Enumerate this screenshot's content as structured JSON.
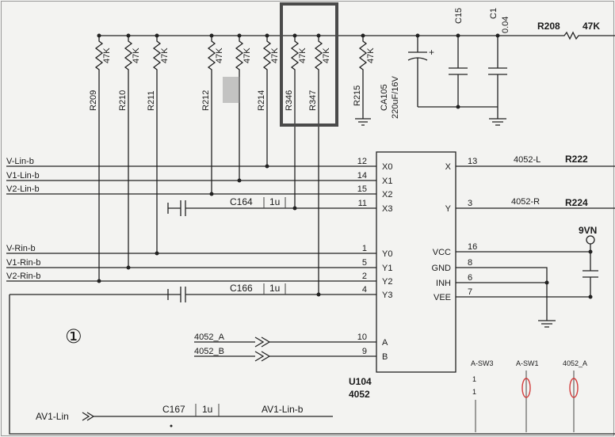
{
  "bias_network": {
    "r208": {
      "ref": "R208",
      "value": "47K"
    },
    "cap_a": {
      "ref": "C15"
    },
    "cap_b": {
      "ref": "C1",
      "value": "0.04"
    },
    "ca105": {
      "ref": "CA105",
      "value": "220uF/16V",
      "polarity": "+"
    }
  },
  "resistors": [
    {
      "ref": "R209",
      "value": "47K"
    },
    {
      "ref": "R210",
      "value": "47K"
    },
    {
      "ref": "R211",
      "value": "47K"
    },
    {
      "ref": "R212",
      "value": "47K"
    },
    {
      "value": "47K"
    },
    {
      "ref": "R214",
      "value": "47K"
    },
    {
      "ref": "R346",
      "value": "47K"
    },
    {
      "ref": "R347",
      "value": "47K"
    },
    {
      "ref": "R215",
      "value": "47K"
    }
  ],
  "inputs": {
    "left": [
      "V-Lin-b",
      "V1-Lin-b",
      "V2-Lin-b"
    ],
    "right": [
      "V-Rin-b",
      "V1-Rin-b",
      "V2-Rin-b"
    ]
  },
  "coupling_caps": [
    {
      "ref": "C164",
      "value": "1u"
    },
    {
      "ref": "C166",
      "value": "1u"
    },
    {
      "ref": "C167",
      "value": "1u"
    }
  ],
  "ic": {
    "ref": "U104",
    "part": "4052",
    "left_pins": [
      {
        "num": "12",
        "name": "X0"
      },
      {
        "num": "14",
        "name": "X1"
      },
      {
        "num": "15",
        "name": "X2"
      },
      {
        "num": "11",
        "name": "X3"
      },
      {
        "num": "1",
        "name": "Y0"
      },
      {
        "num": "5",
        "name": "Y1"
      },
      {
        "num": "2",
        "name": "Y2"
      },
      {
        "num": "4",
        "name": "Y3"
      },
      {
        "num": "10",
        "name": "A"
      },
      {
        "num": "9",
        "name": "B"
      }
    ],
    "right_pins": [
      {
        "num": "13",
        "name": "X"
      },
      {
        "num": "3",
        "name": "Y"
      },
      {
        "num": "16",
        "name": "VCC"
      },
      {
        "num": "8",
        "name": "GND"
      },
      {
        "num": "6",
        "name": "INH"
      },
      {
        "num": "7",
        "name": "VEE"
      }
    ]
  },
  "outputs": {
    "left_net": "4052-L",
    "left_ref": "R222",
    "right_net": "4052-R",
    "right_ref": "R224",
    "supply": "9VN"
  },
  "controls": {
    "a": "4052_A",
    "b": "4052_B"
  },
  "section_marker": "①",
  "av1": {
    "input": "AV1-Lin",
    "output": "AV1-Lin-b"
  },
  "switch_table": {
    "headers": [
      "A-SW3",
      "A-SW1",
      "4052_A"
    ],
    "values": [
      "1",
      "1"
    ]
  },
  "colors": {
    "ink": "#222222",
    "highlight_box": "#4a4a4a",
    "annotation": "#d23c3c",
    "paper": "#f3f3f1"
  }
}
